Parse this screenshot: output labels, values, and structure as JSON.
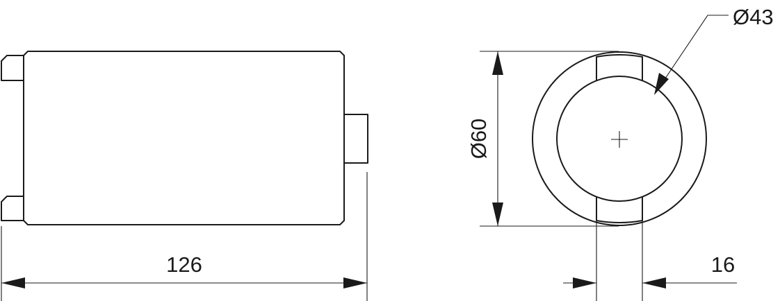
{
  "drawing": {
    "dimensions": {
      "length": "126",
      "outer_diameter": "Ø60",
      "inner_diameter": "Ø43",
      "slot_width": "16"
    }
  }
}
